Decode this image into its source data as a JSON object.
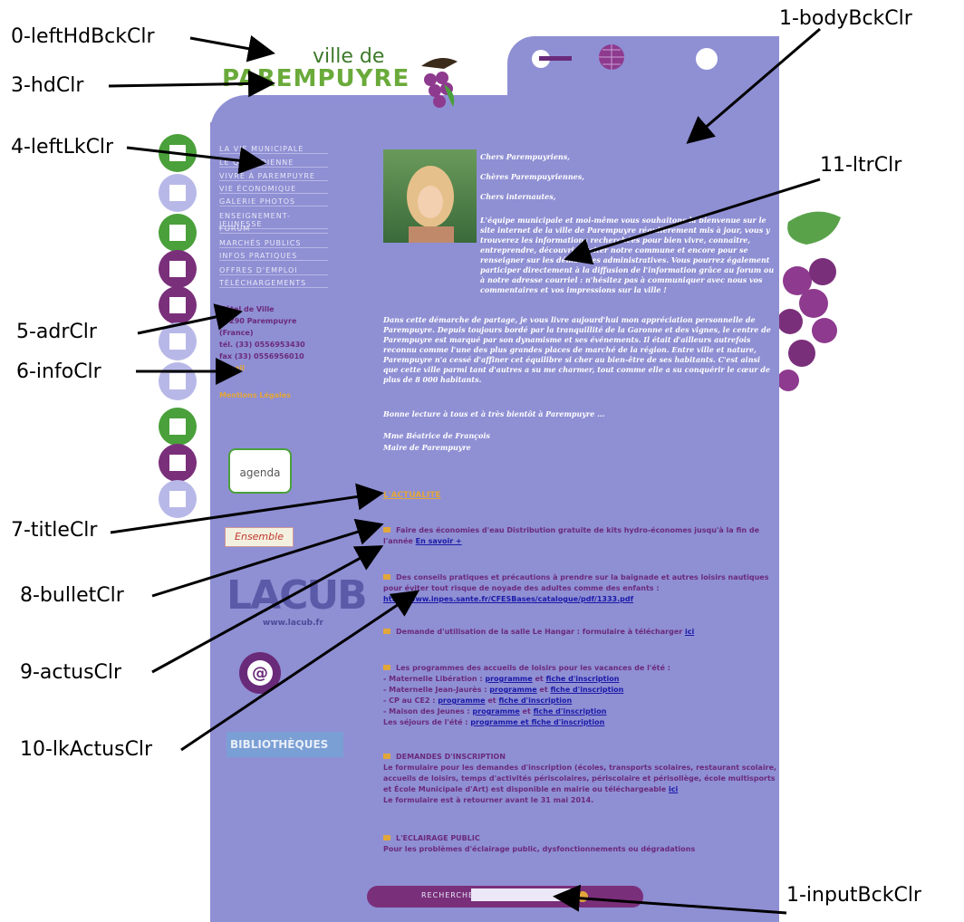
{
  "annotations": [
    {
      "id": "left-hd-bck-clr",
      "text": "0-leftHdBckClr"
    },
    {
      "id": "body-bck-clr",
      "text": "1-bodyBckClr"
    },
    {
      "id": "hd-clr",
      "text": "3-hdClr"
    },
    {
      "id": "left-lk-clr",
      "text": "4-leftLkClr"
    },
    {
      "id": "ltr-clr",
      "text": "11-ltrClr"
    },
    {
      "id": "adr-clr",
      "text": "5-adrClr"
    },
    {
      "id": "info-clr",
      "text": "6-infoClr"
    },
    {
      "id": "title-clr",
      "text": "7-titleClr"
    },
    {
      "id": "bullet-clr",
      "text": "8-bulletClr"
    },
    {
      "id": "actus-clr",
      "text": "9-actusClr"
    },
    {
      "id": "lk-actus-clr",
      "text": "10-lkActusClr"
    },
    {
      "id": "input-bck-clr",
      "text": "1-inputBckClr"
    }
  ],
  "site": {
    "logo_line1": "ville de",
    "logo_line2": "PAREMPUYRE",
    "menu": [
      "LA VIE MUNICIPALE",
      "LE QUOTIDIENNE",
      "VIVRE À PAREMPUYRE",
      "VIE ÉCONOMIQUE",
      "GALERIE PHOTOS",
      "ENSEIGNEMENT-JEUNESSE",
      "FORUM",
      "MARCHÉS PUBLICS",
      "INFOS PRATIQUES",
      "OFFRES D'EMPLOI",
      "TÉLÉCHARGEMENTS"
    ],
    "address": [
      "Hôtel de Ville",
      "33290 Parempuyre",
      "(France)",
      "tél. (33) 0556953430",
      "fax (33) 0556956010"
    ],
    "email": "e-mail",
    "legal": "Mentions Légales",
    "agenda": "agenda",
    "ensemble": "Ensemble",
    "lacub": "LACUB",
    "lacub_url": "www.lacub.fr",
    "bibliotheques": "BIBLIOTHÈQUES",
    "letter": [
      "Chers Parempuyriens,",
      "Chères Parempuyriennes,",
      "Chers internautes,",
      "L'équipe municipale et moi-même vous souhaitons la bienvenue sur le site internet de la ville de Parempuyre régulièrement mis à jour, vous y trouverez les informations recherchées pour bien vivre, connaître, entreprendre, découvrir, visiter notre commune et encore pour se renseigner sur les démarches administratives. Vous pourrez également participer directement à la diffusion de l'information grâce au forum ou à notre adresse courriel : n'hésitez pas à communiquer avec nous vos commentaires et vos impressions sur la ville !",
      "Dans cette démarche de partage, je vous livre aujourd'hui mon appréciation personnelle de Parempuyre. Depuis toujours bordé par la tranquillité de la Garonne et des vignes, le centre de Parempuyre est marqué par son dynamisme et ses événements. Il était d'ailleurs autrefois reconnu comme l'une des plus grandes places de marché de la région. Entre ville et nature, Parempuyre n'a cessé d'affiner cet équilibre si cher au bien-être de ses habitants. C'est ainsi que cette ville parmi tant d'autres a su me charmer, tout comme elle a su conquérir le cœur de plus de 8 000 habitants.",
      "Bonne lecture à tous et à très bientôt à Parempuyre ...",
      "Mme Béatrice de François",
      "Maire de Parempuyre"
    ],
    "actualite_title": "L'ACTUALITE",
    "news1": "Faire des économies d'eau Distribution gratuite de kits hydro-économes jusqu'à la fin de l'année",
    "news1_link": "En savoir +",
    "news2": "Des conseils pratiques et précautions à prendre sur la baignade et autres loisirs nautiques pour éviter tout risque de noyade des adultes comme des enfants :",
    "news2_link": "http://www.inpes.sante.fr/CFESBases/catalogue/pdf/1333.pdf",
    "news3": "Demande d'utilisation de la salle Le Hangar : formulaire à télécharger",
    "news3_link": "ici",
    "news4": "Les programmes des accueils de loisirs pour les vacances de l'été :",
    "news4_rows": [
      {
        "label": "- Maternelle Libération :",
        "a": "programme",
        "sep": "et",
        "b": "fiche d'inscription"
      },
      {
        "label": "- Maternelle Jean-Jaurès :",
        "a": "programme",
        "sep": "et",
        "b": "fiche d'inscription"
      },
      {
        "label": "- CP au CE2 :",
        "a": "programme",
        "sep": "et",
        "b": "fiche d'inscription"
      },
      {
        "label": "- Maison des Jeunes :",
        "a": "programme",
        "sep": "et",
        "b": "fiche d'inscription"
      },
      {
        "label": "Les séjours de l'été :",
        "a": "programme et fiche d'inscription",
        "sep": "",
        "b": ""
      }
    ],
    "news5_title": "DEMANDES D'INSCRIPTION",
    "news5": "Le formulaire pour les demandes d'inscription (écoles, transports scolaires, restaurant scolaire, accueils de loisirs, temps d'activités périscolaires, périscolaire et périsollège, école multisports et École Municipale d'Art) est disponible en mairie ou téléchargeable",
    "news5_link": "ici",
    "news5_tail": "Le formulaire est à retourner avant le 31 mai 2014.",
    "news6_title": "L'ECLAIRAGE PUBLIC",
    "news6": "Pour les problèmes d'éclairage public, dysfonctionnements ou dégradations",
    "search_label": "RECHERCHE",
    "search_value": ""
  },
  "colors": {
    "body_bg": "#8f8fd4",
    "title": "#e2a73a",
    "actus": "#6a2a7a",
    "link": "#1a1aa8",
    "grape": "#8e3a8e",
    "green": "#4aa03a"
  }
}
